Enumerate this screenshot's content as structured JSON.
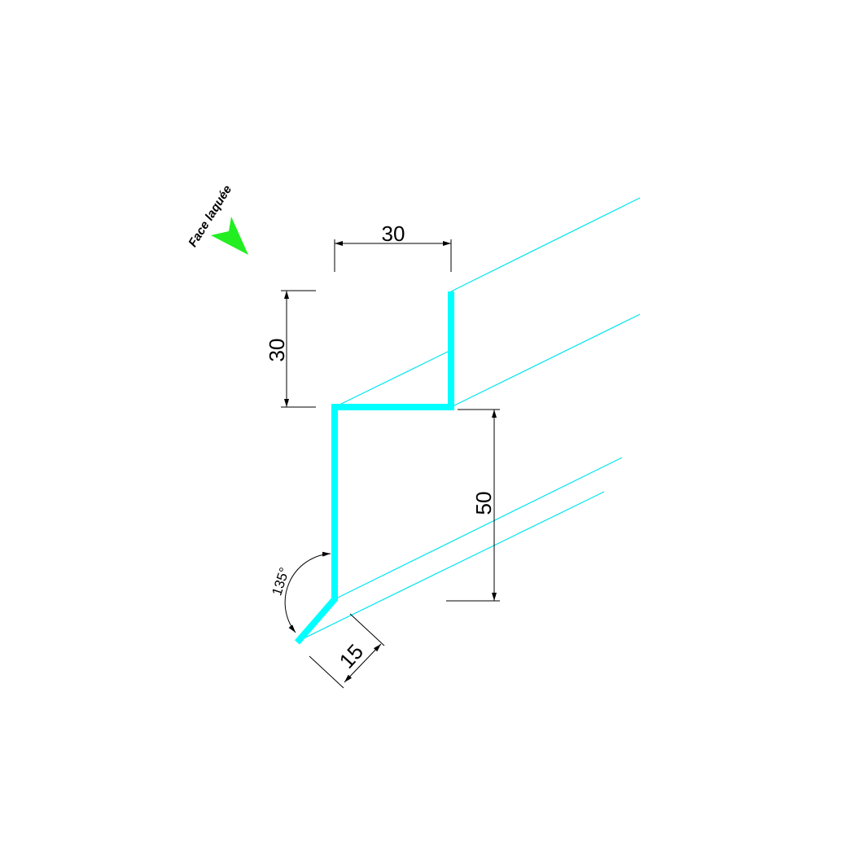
{
  "label": "Face laquée",
  "dimensions": {
    "top_width": "30",
    "top_height": "30",
    "main_height": "50",
    "lip_length": "15",
    "angle": "135°"
  },
  "colors": {
    "profile": "#00ffff",
    "arrow": "#22ee22",
    "dims": "#000000"
  }
}
